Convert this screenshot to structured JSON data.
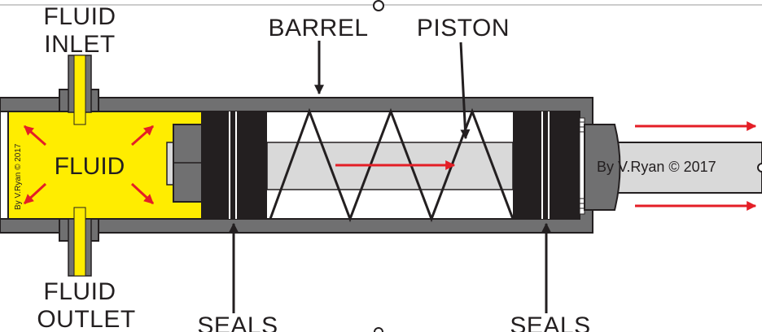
{
  "labels": {
    "fluid_inlet_line1": "FLUID",
    "fluid_inlet_line2": "INLET",
    "fluid_outlet_line1": "FLUID",
    "fluid_outlet_line2": "OUTLET",
    "barrel": "BARREL",
    "piston": "PISTON",
    "seals_left": "SEALS",
    "seals_right": "SEALS",
    "fluid": "FLUID"
  },
  "credits": {
    "rod_credit": "By V.Ryan © 2017",
    "chamber_credit": "By V.Ryan © 2017"
  },
  "colors": {
    "barrel_wall": "#707071",
    "fluid": "#ffed00",
    "arrow": "#e41e26",
    "rod": "#d9d9d9",
    "seal": "#231f20",
    "text": "#231f20"
  }
}
